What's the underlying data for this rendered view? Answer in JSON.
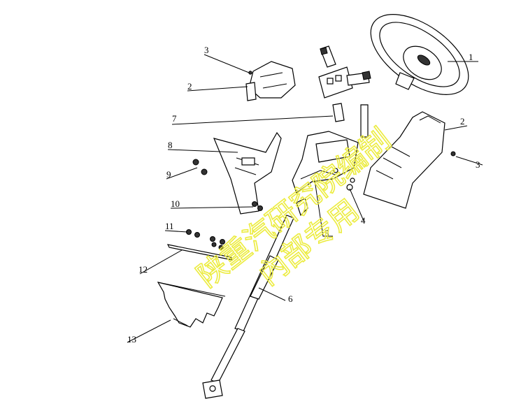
{
  "callouts": [
    "1",
    "2",
    "3",
    "2",
    "3",
    "4",
    "5",
    "6",
    "7",
    "8",
    "9",
    "10",
    "11",
    "12",
    "13"
  ],
  "watermark": {
    "line1": "陕重汽研究院编制",
    "line2": "內部专用",
    "color": "#ecec40"
  }
}
